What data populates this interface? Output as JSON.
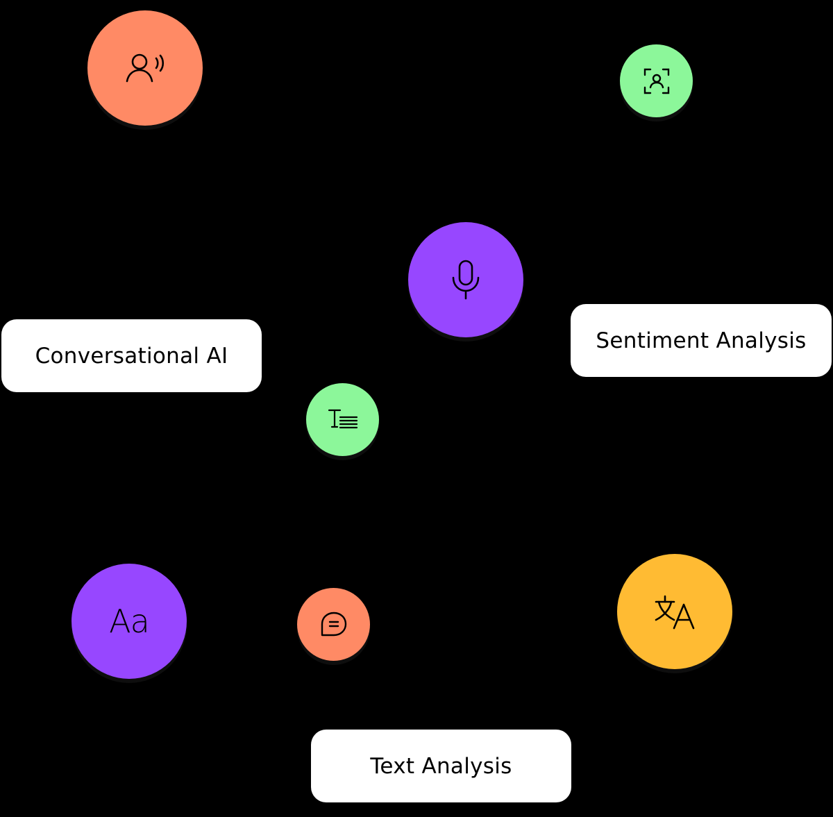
{
  "colors": {
    "background": "#000000",
    "orange": "#FF8A65",
    "green": "#8CF79A",
    "purple": "#9747FF",
    "yellow": "#FFBB33",
    "pill": "#FFFFFF"
  },
  "labels": {
    "conversational_ai": "Conversational AI",
    "sentiment_analysis": "Sentiment Analysis",
    "text_analysis": "Text Analysis"
  },
  "icons": {
    "voice_user": "voice-user-icon",
    "face_scan": "face-scan-icon",
    "microphone": "microphone-icon",
    "text_document": "text-document-icon",
    "font": "font-icon",
    "font_glyph": "Aa",
    "chat_bubble": "chat-bubble-icon",
    "translate": "translate-icon"
  }
}
